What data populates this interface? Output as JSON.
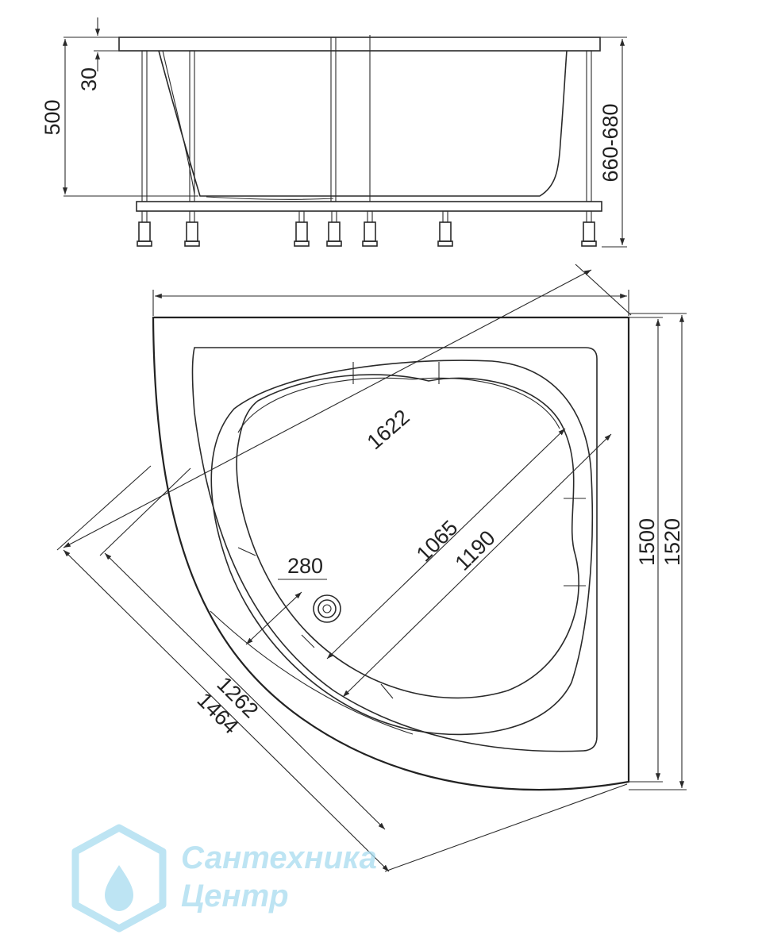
{
  "side_view": {
    "dim_total_height": "660-680",
    "dim_depth": "500",
    "dim_rim": "30"
  },
  "top_view": {
    "dim_diagonal_outer": "1622",
    "dim_diagonal_inner": "1065",
    "dim_bowl": "1190",
    "dim_drain": "280",
    "dim_side_inner": "1262",
    "dim_side_outer": "1464",
    "dim_height_inner": "1500",
    "dim_height_outer": "1520"
  },
  "watermark": {
    "line1": "Сантехника",
    "line2": "Центр"
  },
  "colors": {
    "line": "#2a2a2a",
    "watermark": "#a8dcef"
  }
}
